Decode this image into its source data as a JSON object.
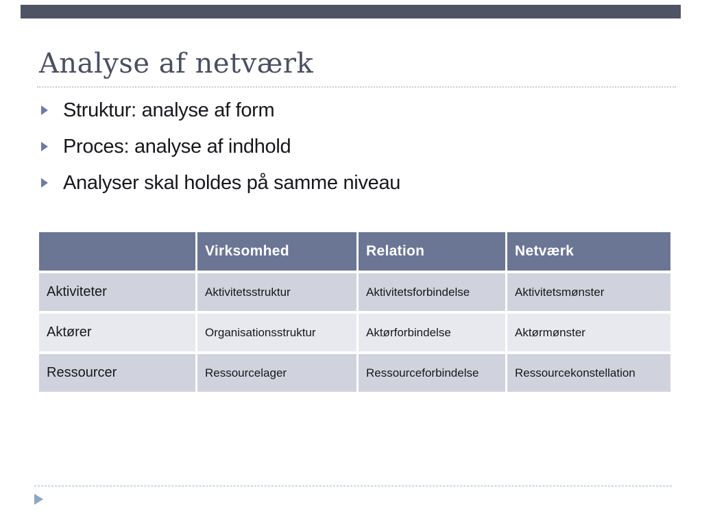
{
  "slide": {
    "title": "Analyse af netværk",
    "bullets": [
      "Struktur: analyse af form",
      "Proces: analyse af indhold",
      "Analyser skal holdes på samme niveau"
    ],
    "table": {
      "headers": [
        "",
        "Virksomhed",
        "Relation",
        "Netværk"
      ],
      "rows": [
        {
          "label": "Aktiviteter",
          "cells": [
            "Aktivitetsstruktur",
            "Aktivitetsforbindelse",
            "Aktivitetsmønster"
          ]
        },
        {
          "label": "Aktører",
          "cells": [
            "Organisationsstruktur",
            "Aktørforbindelse",
            "Aktørmønster"
          ]
        },
        {
          "label": "Ressourcer",
          "cells": [
            "Ressourcelager",
            "Ressourceforbindelse",
            "Ressourcekonstellation"
          ]
        }
      ]
    },
    "colors": {
      "top_bar": "#4e5464",
      "title_text": "#4b5060",
      "title_rule": "#c9c9c9",
      "bullet_marker": "#6e7ba3",
      "body_text": "#17171c",
      "table_header_bg": "#6b7695",
      "table_header_text": "#ffffff",
      "row_odd_bg": "#d0d3dd",
      "row_even_bg": "#e7e9ee",
      "footer_rule": "#9db0c7",
      "footer_triangle": "#8ba6c6"
    }
  }
}
